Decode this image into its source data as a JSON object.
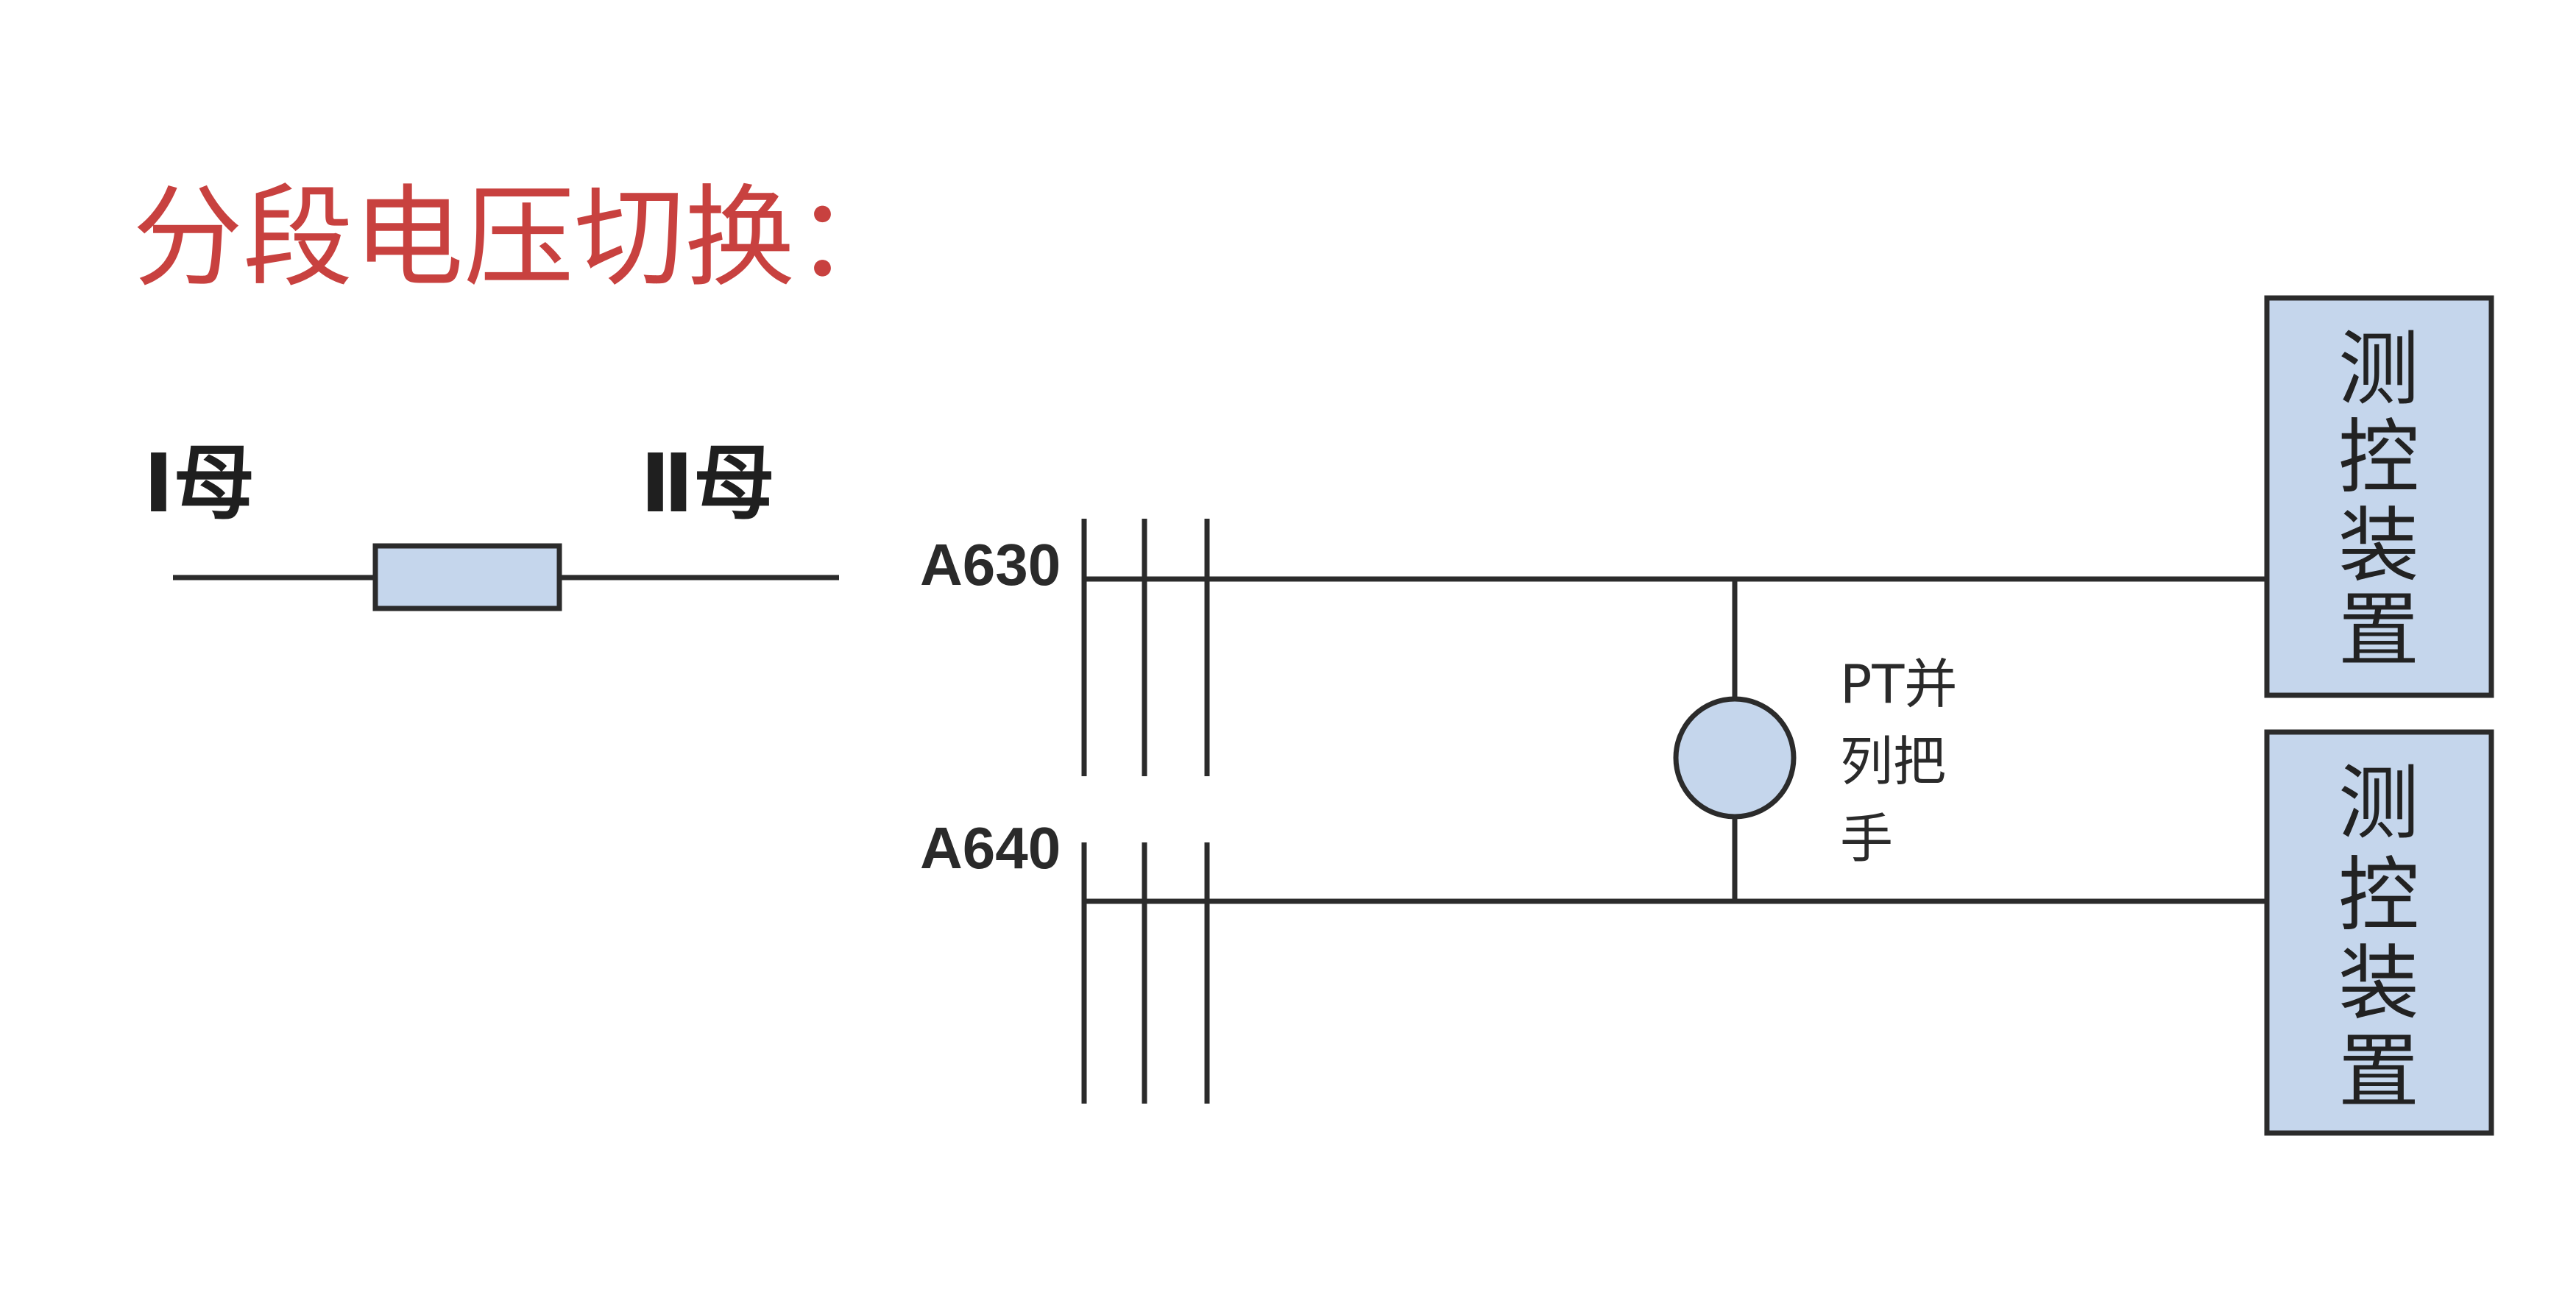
{
  "title": "分段电压切换：",
  "bus": {
    "bus_one_label": "Ⅰ母",
    "bus_two_label": "Ⅱ母"
  },
  "wires": {
    "top_label": "A630",
    "bottom_label": "A640"
  },
  "pt_switch": {
    "line1": "PT并",
    "line2": "列把",
    "line3": "手"
  },
  "devices": [
    {
      "chars": [
        "测",
        "控",
        "装",
        "置"
      ]
    },
    {
      "chars": [
        "测",
        "控",
        "装",
        "置"
      ]
    }
  ],
  "colors": {
    "title": "#c8413f",
    "fill": "#c5d6ec",
    "line": "#2b2b2b"
  }
}
